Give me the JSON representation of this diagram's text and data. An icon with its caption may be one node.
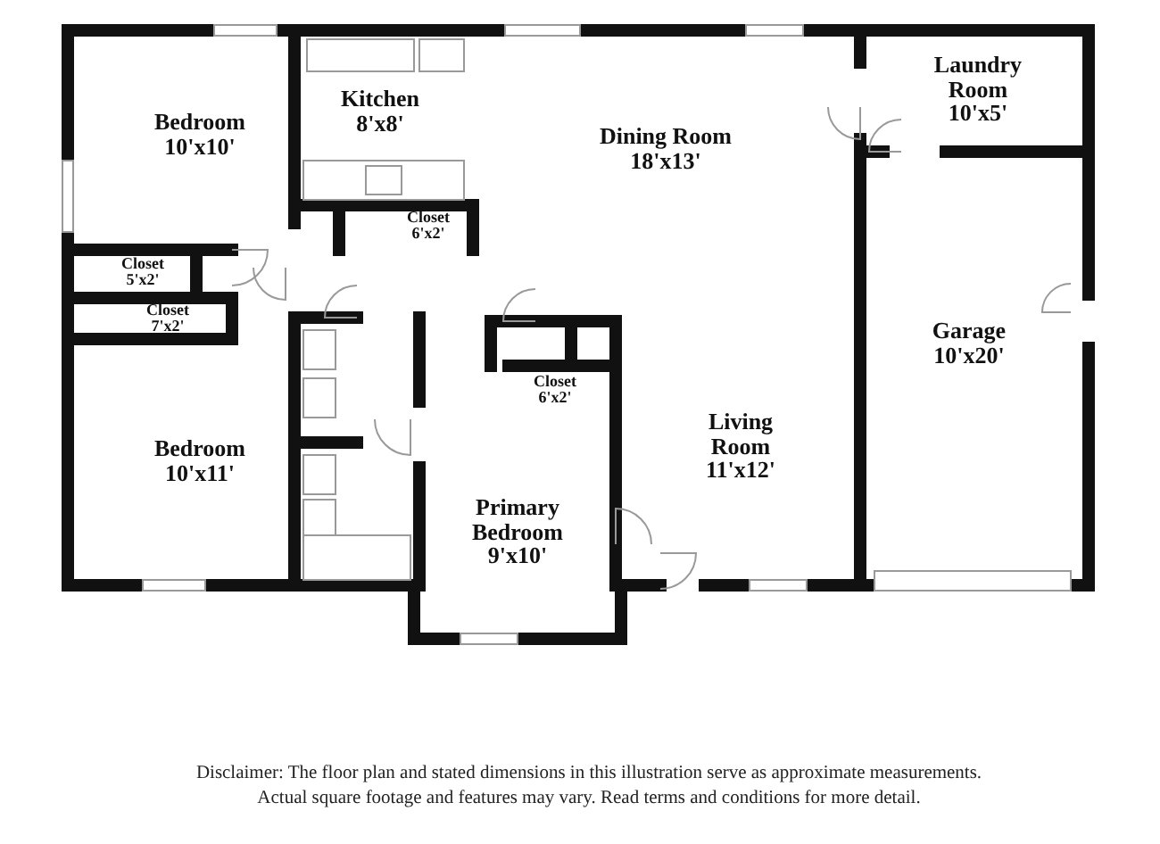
{
  "diagram": {
    "nodes": [
      {
        "text": [
          "Bedroom",
          "10'x10'"
        ]
      },
      {
        "text": [
          "Kitchen",
          "8'x8'"
        ]
      },
      {
        "text": [
          "Dining Room",
          "18'x13'"
        ]
      },
      {
        "text": [
          "Laundry Room",
          "10'x5'"
        ]
      },
      {
        "text": [
          "Closet",
          "6'x2'"
        ]
      },
      {
        "text": [
          "Closet",
          "5'x2'"
        ]
      },
      {
        "text": [
          "Closet",
          "7'x2'"
        ]
      },
      {
        "text": [
          "Garage",
          "10'x20'"
        ]
      },
      {
        "text": [
          "Closet",
          "6'x2'"
        ]
      },
      {
        "text": [
          "Bedroom",
          "10'x11'"
        ]
      },
      {
        "text": [
          "Living Room",
          "11'x12'"
        ]
      },
      {
        "text": [
          "Primary Bedroom",
          "9'x10'"
        ]
      }
    ],
    "labels": [
      "Disclaimer: The floor plan and stated dimensions in this illustration serve as approximate measurements. Actual square footage and features may vary. Read terms and conditions for more detail."
    ]
  }
}
